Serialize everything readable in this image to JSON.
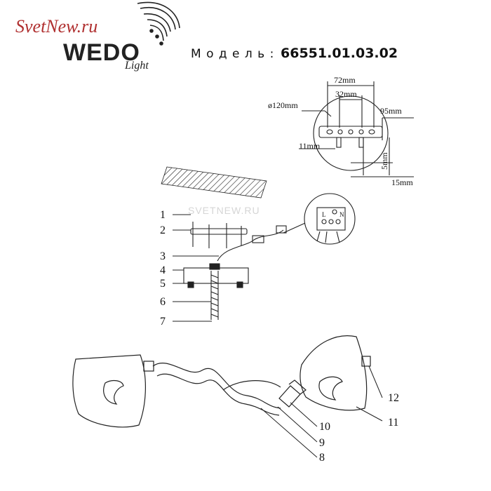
{
  "branding": {
    "site_logo_text": "SvetNew.ru",
    "brand_logo_text": "WEDO",
    "brand_logo_script": "Light",
    "watermark_text": "SVETNEW.RU",
    "colors": {
      "site_logo": "#b03030",
      "ink": "#111111",
      "watermark": "#d6d6d6"
    }
  },
  "header": {
    "model_label": "М о д е л ь :",
    "model_number": "66551.01.03.02"
  },
  "bracket_detail": {
    "dimensions": {
      "outer_width": "72mm",
      "inner_width": "32mm",
      "diameter": "ø120mm",
      "length": "95mm",
      "thickness": "11mm",
      "depth_a": "5mm",
      "depth_b": "15mm"
    }
  },
  "wiring_detail": {
    "terminal_labels": [
      "L",
      "N"
    ]
  },
  "part_labels": {
    "left": [
      "1",
      "2",
      "3",
      "4",
      "5",
      "6",
      "7"
    ],
    "bottom": [
      "8",
      "9",
      "10",
      "11",
      "12"
    ]
  }
}
